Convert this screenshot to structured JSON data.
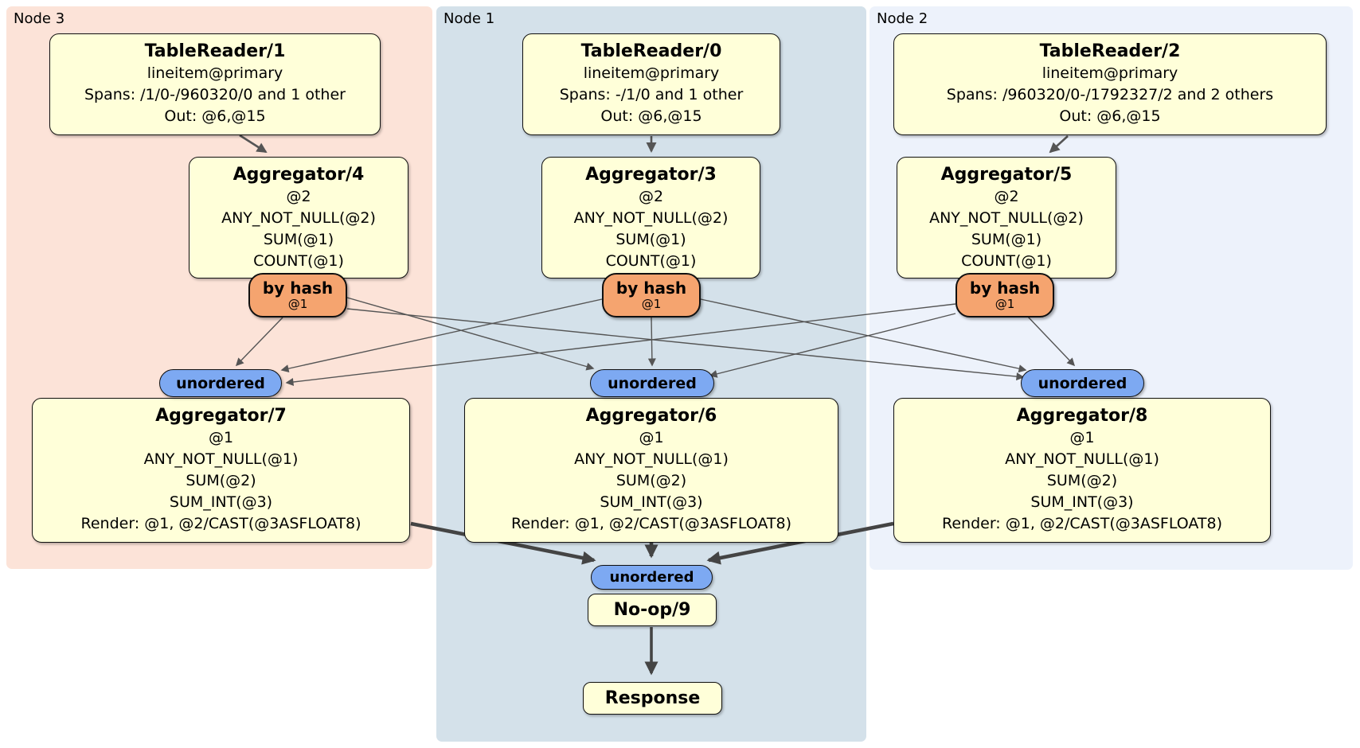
{
  "panels": [
    {
      "label": "Node 3"
    },
    {
      "label": "Node 1"
    },
    {
      "label": "Node 2"
    }
  ],
  "boxes": {
    "tr1": {
      "title": "TableReader/1",
      "lines": [
        "lineitem@primary",
        "Spans: /1/0-/960320/0 and 1 other",
        "Out: @6,@15"
      ]
    },
    "tr0": {
      "title": "TableReader/0",
      "lines": [
        "lineitem@primary",
        "Spans: -/1/0 and 1 other",
        "Out: @6,@15"
      ]
    },
    "tr2": {
      "title": "TableReader/2",
      "lines": [
        "lineitem@primary",
        "Spans: /960320/0-/1792327/2 and 2 others",
        "Out: @6,@15"
      ]
    },
    "agg4": {
      "title": "Aggregator/4",
      "lines": [
        "@2",
        "ANY_NOT_NULL(@2)",
        "SUM(@1)",
        "COUNT(@1)"
      ]
    },
    "agg3": {
      "title": "Aggregator/3",
      "lines": [
        "@2",
        "ANY_NOT_NULL(@2)",
        "SUM(@1)",
        "COUNT(@1)"
      ]
    },
    "agg5": {
      "title": "Aggregator/5",
      "lines": [
        "@2",
        "ANY_NOT_NULL(@2)",
        "SUM(@1)",
        "COUNT(@1)"
      ]
    },
    "agg7": {
      "title": "Aggregator/7",
      "lines": [
        "@1",
        "ANY_NOT_NULL(@1)",
        "SUM(@2)",
        "SUM_INT(@3)",
        "Render: @1, @2/CAST(@3ASFLOAT8)"
      ]
    },
    "agg6": {
      "title": "Aggregator/6",
      "lines": [
        "@1",
        "ANY_NOT_NULL(@1)",
        "SUM(@2)",
        "SUM_INT(@3)",
        "Render: @1, @2/CAST(@3ASFLOAT8)"
      ]
    },
    "agg8": {
      "title": "Aggregator/8",
      "lines": [
        "@1",
        "ANY_NOT_NULL(@1)",
        "SUM(@2)",
        "SUM_INT(@3)",
        "Render: @1, @2/CAST(@3ASFLOAT8)"
      ]
    },
    "noop": {
      "title": "No-op/9"
    },
    "response": {
      "title": "Response"
    }
  },
  "routers": {
    "left": {
      "label": "by hash",
      "detail": "@1"
    },
    "middle": {
      "label": "by hash",
      "detail": "@1"
    },
    "right": {
      "label": "by hash",
      "detail": "@1"
    }
  },
  "syncs": {
    "left": "unordered",
    "middle": "unordered",
    "right": "unordered",
    "final": "unordered"
  },
  "colors": {
    "panel_node3": "#fce3d8",
    "panel_node1": "#d4e1ea",
    "panel_node2": "#edf2fb",
    "box_fill": "#ffffd9",
    "router_fill": "#f5a46f",
    "sync_fill": "#7da9f2",
    "edge_thin": "#555555",
    "edge_thick": "#444444"
  }
}
